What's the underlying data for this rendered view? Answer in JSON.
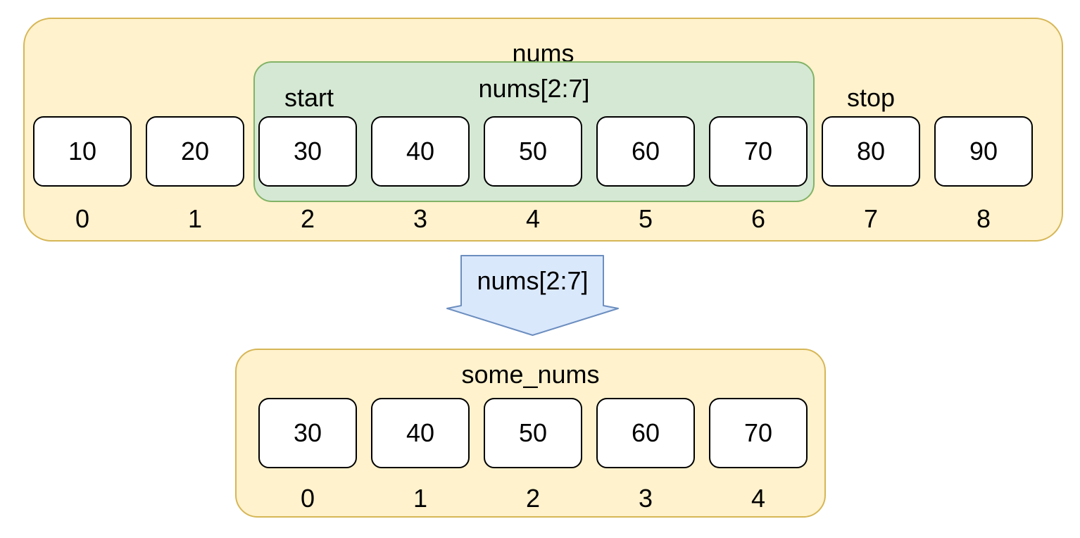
{
  "colors": {
    "container_fill": "#FFF2CC",
    "container_stroke": "#D6B656",
    "slice_fill": "#D5E8D4",
    "slice_stroke": "#82B366",
    "arrow_fill": "#DAE8FC",
    "arrow_stroke": "#6C8EBF",
    "cell_fill": "#FFFFFF",
    "cell_stroke": "#000000",
    "text": "#000000"
  },
  "top_array": {
    "title": "nums",
    "slice_region_label": "nums[2:7]",
    "start_label": "start",
    "stop_label": "stop",
    "values": [
      "10",
      "20",
      "30",
      "40",
      "50",
      "60",
      "70",
      "80",
      "90"
    ],
    "indices": [
      "0",
      "1",
      "2",
      "3",
      "4",
      "5",
      "6",
      "7",
      "8"
    ]
  },
  "arrow": {
    "label": "nums[2:7]"
  },
  "bottom_array": {
    "title": "some_nums",
    "values": [
      "30",
      "40",
      "50",
      "60",
      "70"
    ],
    "indices": [
      "0",
      "1",
      "2",
      "3",
      "4"
    ]
  }
}
